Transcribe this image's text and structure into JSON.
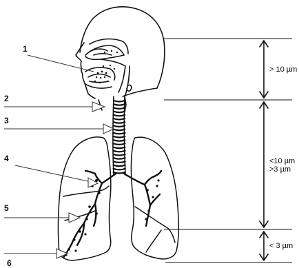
{
  "labels": [
    {
      "id": "1",
      "text": "1"
    },
    {
      "id": "2",
      "text": "2"
    },
    {
      "id": "3",
      "text": "3"
    },
    {
      "id": "4",
      "text": "4"
    },
    {
      "id": "5",
      "text": "5"
    },
    {
      "id": "6",
      "text": "6"
    }
  ],
  "ranges": {
    "upper": "> 10 µm",
    "middle_line1": "<10 µm",
    "middle_line2": ">3 µm",
    "lower": "< 3 µm"
  },
  "colors": {
    "ink": "#111111",
    "background": "#ffffff"
  }
}
